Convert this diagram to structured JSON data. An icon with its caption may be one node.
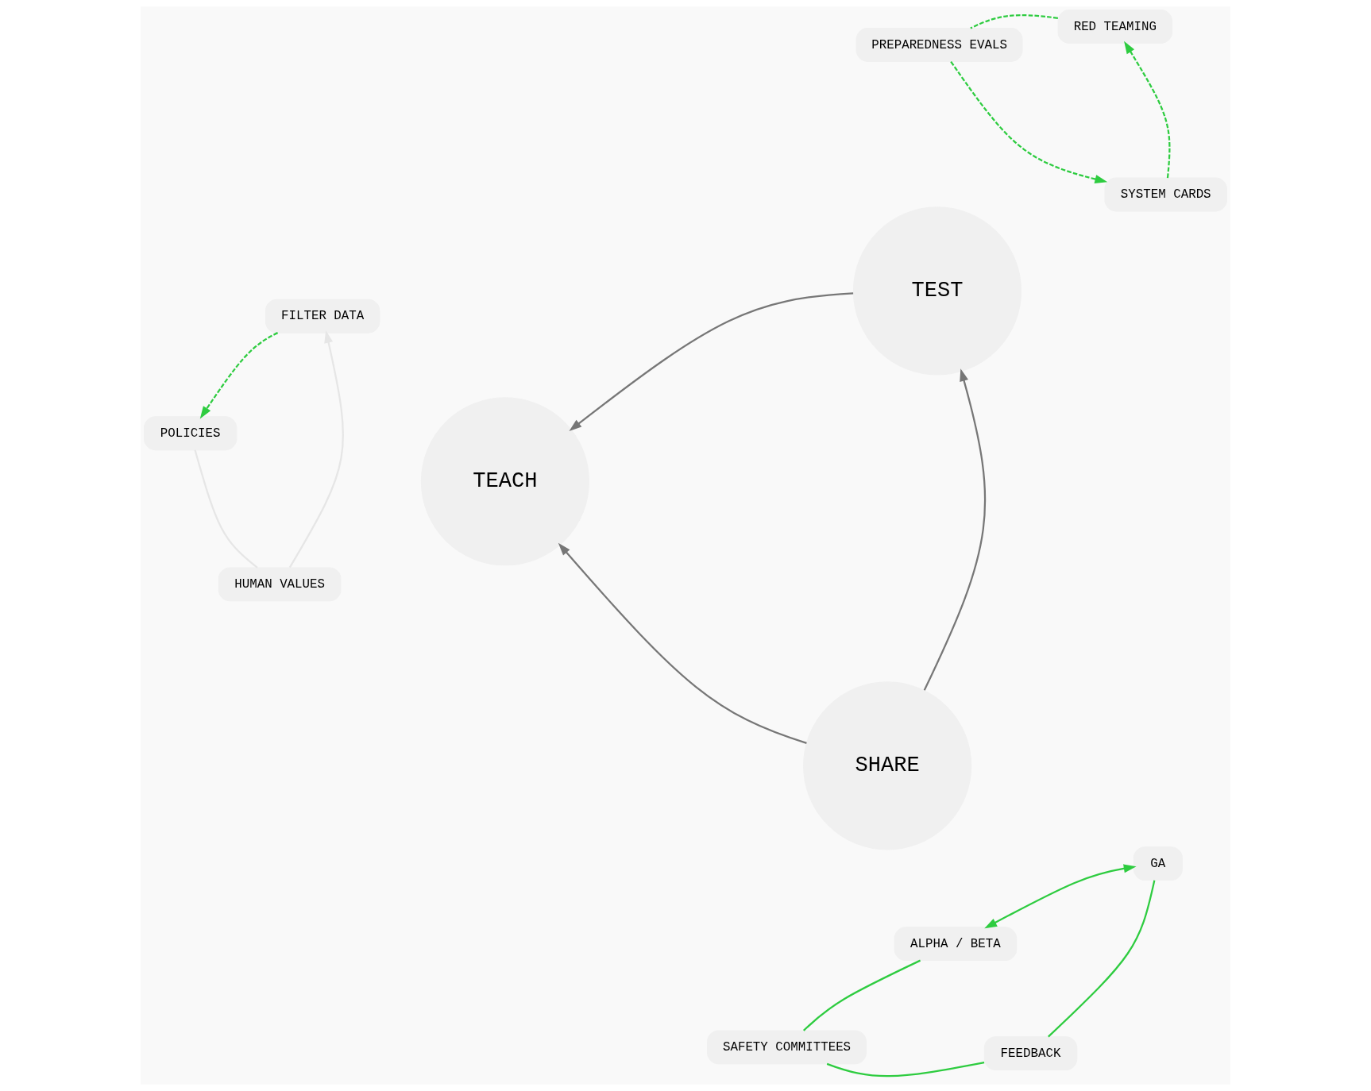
{
  "diagram": {
    "nodes": [
      {
        "text": [
          "FILTER DATA"
        ]
      },
      {
        "text": [
          "RED TEAMING"
        ]
      },
      {
        "text": [
          "HUMAN VALUES"
        ]
      },
      {
        "text": [
          "TEACH"
        ]
      },
      {
        "text": [
          "TEST"
        ]
      },
      {
        "text": [
          "PREPAREDNESS EVALS"
        ]
      },
      {
        "text": [
          "POLICIES"
        ]
      },
      {
        "text": [
          "SYSTEM CARDS"
        ]
      },
      {
        "text": [
          "SAFETY COMMITTEES"
        ]
      },
      {
        "text": [
          "FEEDBACK"
        ]
      },
      {
        "text": [
          "SHARE"
        ]
      },
      {
        "text": [
          "ALPHA / BETA"
        ]
      },
      {
        "text": [
          "GA"
        ]
      }
    ],
    "edges": [
      {
        "from": 2,
        "to": 0,
        "arrow": "to",
        "color": "#e6e6e6"
      },
      {
        "from": 0,
        "to": 6,
        "arrow": "to",
        "style": "dashed"
      },
      {
        "from": 6,
        "to": 2,
        "arrow": "none",
        "color": "#e6e6e6"
      },
      {
        "from": 1,
        "to": 5,
        "arrow": "none",
        "style": "dashed"
      },
      {
        "from": 5,
        "to": 7,
        "arrow": "to",
        "style": "dashed"
      },
      {
        "from": 7,
        "to": 1,
        "arrow": "to",
        "style": "dashed"
      },
      {
        "from": 8,
        "to": 11,
        "arrow": "none"
      },
      {
        "from": 11,
        "to": 12,
        "arrow": "both"
      },
      {
        "from": 12,
        "to": 9,
        "arrow": "none"
      },
      {
        "from": 9,
        "to": 8,
        "arrow": "none"
      },
      {
        "from": 4,
        "to": 3,
        "arrow": "to",
        "color": "#777777"
      },
      {
        "from": 10,
        "to": 3,
        "arrow": "to",
        "color": "#777777"
      },
      {
        "from": 10,
        "to": 4,
        "arrow": "to",
        "color": "#777777"
      }
    ]
  }
}
